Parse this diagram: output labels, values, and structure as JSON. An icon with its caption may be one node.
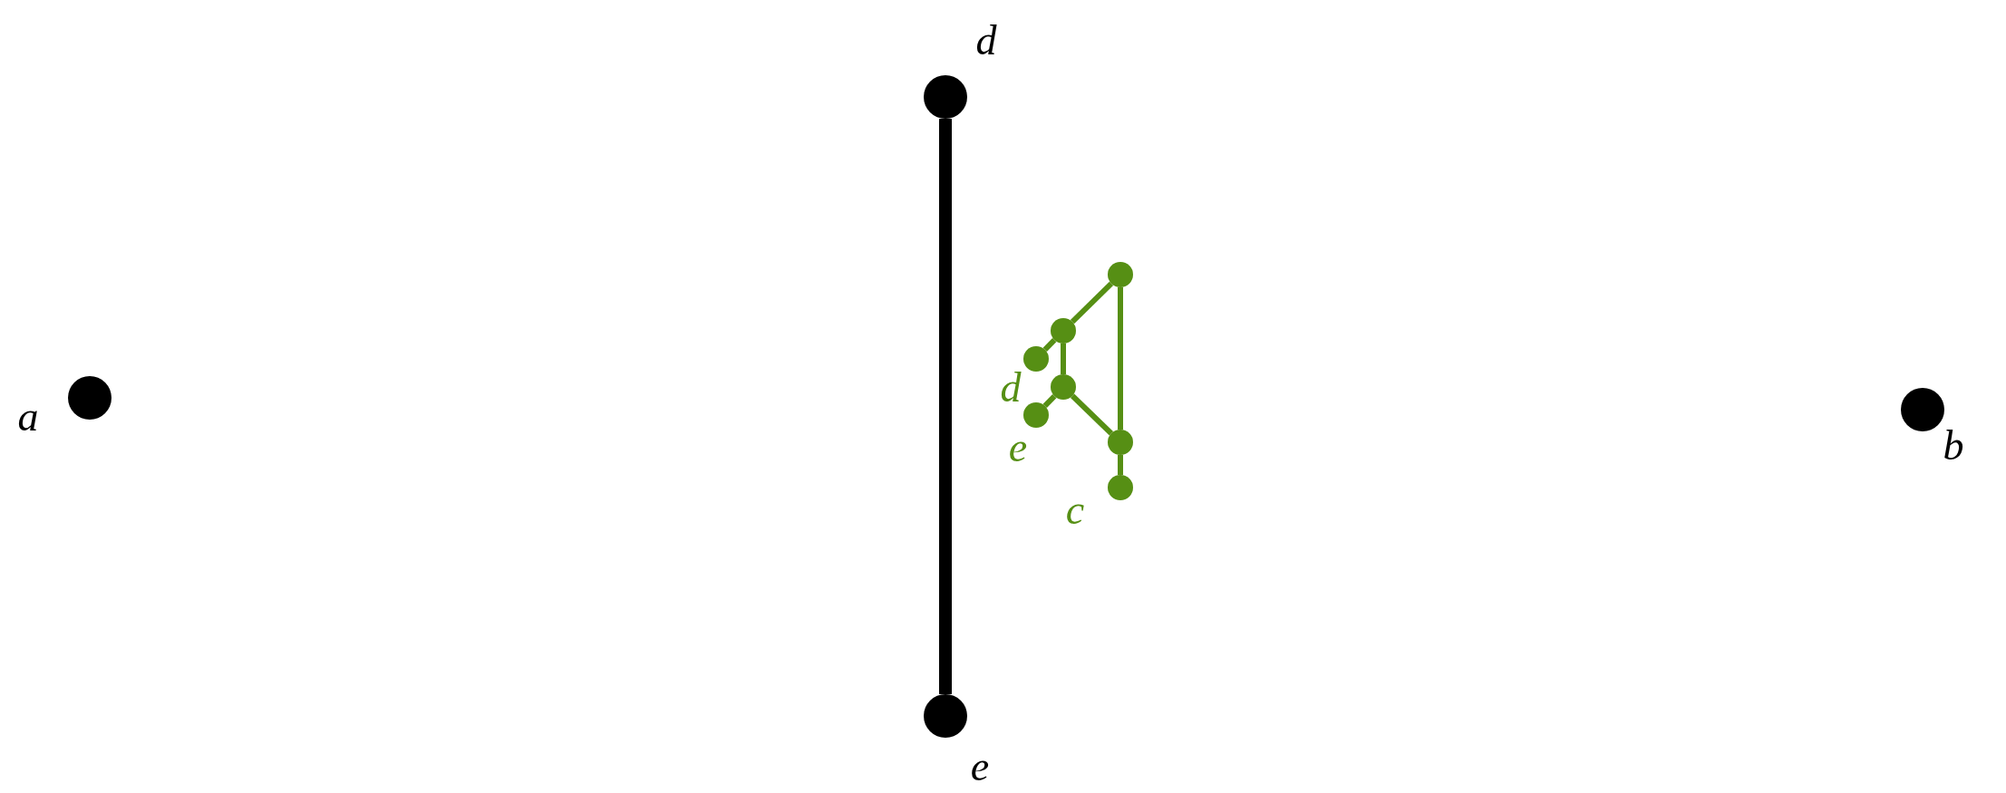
{
  "diagram": {
    "nodes": [
      {
        "text": [],
        "shape": "circle",
        "beside": [
          "a"
        ]
      },
      {
        "text": [],
        "shape": "circle",
        "beside": [
          "d"
        ]
      },
      {
        "text": [],
        "shape": "circle",
        "beside": [
          "e"
        ]
      },
      {
        "text": [],
        "shape": "circle",
        "beside": [
          "b"
        ]
      },
      {
        "text": [],
        "shape": "circle"
      },
      {
        "text": [],
        "shape": "circle"
      },
      {
        "text": [],
        "shape": "circle",
        "beside": [
          "d"
        ]
      },
      {
        "text": [],
        "shape": "circle"
      },
      {
        "text": [],
        "shape": "circle",
        "beside": [
          "e"
        ]
      },
      {
        "text": [],
        "shape": "circle"
      },
      {
        "text": [],
        "shape": "circle",
        "beside": [
          "c"
        ]
      }
    ],
    "edges": [
      {
        "from": 1,
        "to": 2,
        "arrow": "none",
        "style": "thick",
        "color": "#000000"
      },
      {
        "from": 4,
        "to": 5,
        "arrow": "none"
      },
      {
        "from": 5,
        "to": 6,
        "arrow": "none"
      },
      {
        "from": 5,
        "to": 7,
        "arrow": "none"
      },
      {
        "from": 7,
        "to": 8,
        "arrow": "none"
      },
      {
        "from": 7,
        "to": 9,
        "arrow": "none"
      },
      {
        "from": 4,
        "to": 9,
        "arrow": "none"
      },
      {
        "from": 9,
        "to": 10,
        "arrow": "none"
      }
    ]
  }
}
